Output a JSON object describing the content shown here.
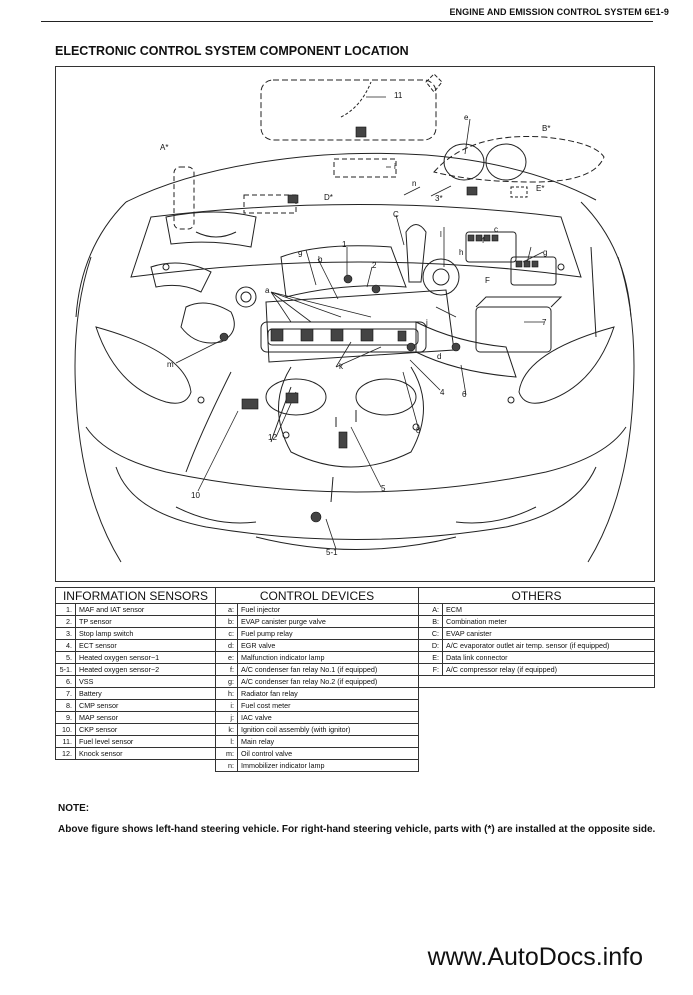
{
  "header": {
    "section_title": "ENGINE AND EMISSION CONTROL SYSTEM 6E1-9"
  },
  "page_title": "ELECTRONIC CONTROL SYSTEM COMPONENT LOCATION",
  "figure": {
    "callouts": [
      "A*",
      "B*",
      "C",
      "D*",
      "E*",
      "3*",
      "11",
      "i",
      "e",
      "n",
      "9",
      "b",
      "1",
      "2",
      "a",
      "j",
      "l",
      "c",
      "f",
      "h",
      "g",
      "F",
      "7",
      "d",
      "k",
      "m",
      "10",
      "12",
      "4",
      "6",
      "8",
      "5",
      "5-1"
    ]
  },
  "table": {
    "headers": {
      "info": "INFORMATION SENSORS",
      "control": "CONTROL DEVICES",
      "others": "OTHERS"
    },
    "info": [
      {
        "num": "1.",
        "text": "MAF and IAT sensor"
      },
      {
        "num": "2.",
        "text": "TP sensor"
      },
      {
        "num": "3.",
        "text": "Stop lamp switch"
      },
      {
        "num": "4.",
        "text": "ECT sensor"
      },
      {
        "num": "5.",
        "text": "Heated oxygen sensor−1"
      },
      {
        "num": "5-1.",
        "text": "Heated oxygen sensor−2"
      },
      {
        "num": "6.",
        "text": "VSS"
      },
      {
        "num": "7.",
        "text": "Battery"
      },
      {
        "num": "8.",
        "text": "CMP sensor"
      },
      {
        "num": "9.",
        "text": "MAP sensor"
      },
      {
        "num": "10.",
        "text": "CKP sensor"
      },
      {
        "num": "11.",
        "text": "Fuel level sensor"
      },
      {
        "num": "12.",
        "text": "Knock sensor"
      }
    ],
    "control": [
      {
        "num": "a:",
        "text": "Fuel injector"
      },
      {
        "num": "b:",
        "text": "EVAP canister purge valve"
      },
      {
        "num": "c:",
        "text": "Fuel pump relay"
      },
      {
        "num": "d:",
        "text": "EGR valve"
      },
      {
        "num": "e:",
        "text": "Malfunction indicator lamp"
      },
      {
        "num": "f:",
        "text": "A/C condenser fan relay No.1 (if equipped)"
      },
      {
        "num": "g:",
        "text": "A/C condenser fan relay No.2 (if equipped)"
      },
      {
        "num": "h:",
        "text": "Radiator fan relay"
      },
      {
        "num": "i:",
        "text": "Fuel cost meter"
      },
      {
        "num": "j:",
        "text": "IAC valve"
      },
      {
        "num": "k:",
        "text": "Ignition coil assembly (with ignitor)"
      },
      {
        "num": "l:",
        "text": "Main relay"
      },
      {
        "num": "m:",
        "text": "Oil control valve"
      },
      {
        "num": "n:",
        "text": "Immobilizer indicator lamp"
      }
    ],
    "others": [
      {
        "num": "A:",
        "text": "ECM"
      },
      {
        "num": "B:",
        "text": "Combination meter"
      },
      {
        "num": "C:",
        "text": "EVAP canister"
      },
      {
        "num": "D:",
        "text": "A/C evaporator outlet air temp. sensor (if equipped)"
      },
      {
        "num": "E:",
        "text": "Data link connector"
      },
      {
        "num": "F:",
        "text": "A/C compressor relay (if equipped)"
      }
    ]
  },
  "note": {
    "heading": "NOTE:",
    "body": "Above figure shows left-hand steering vehicle. For right-hand steering vehicle, parts with (*) are installed at the opposite side."
  },
  "watermark": "www.AutoDocs.info"
}
